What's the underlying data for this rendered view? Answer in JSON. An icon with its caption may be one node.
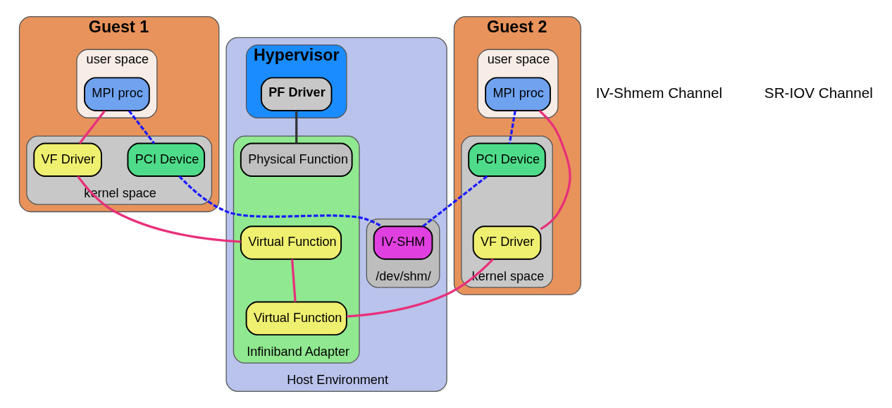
{
  "diagram": {
    "nodes": [
      {
        "text": [
          "Guest 1"
        ]
      },
      {
        "text": [
          "user space"
        ],
        "in": 0
      },
      {
        "text": [
          "MPI proc"
        ],
        "in": 1
      },
      {
        "text": [
          "kernel space"
        ],
        "in": 0
      },
      {
        "text": [
          "PCI Device"
        ],
        "in": 3
      },
      {
        "text": [
          "VF Driver"
        ],
        "in": 3
      },
      {
        "text": [
          "Guest 2"
        ]
      },
      {
        "text": [
          "user space"
        ],
        "in": 6
      },
      {
        "text": [
          "MPI proc"
        ],
        "in": 7
      },
      {
        "text": [
          "kernel space"
        ],
        "in": 6
      },
      {
        "text": [
          "PCI Device"
        ],
        "in": 9
      },
      {
        "text": [
          "VF Driver"
        ],
        "in": 9
      },
      {
        "text": [
          "Host Environment"
        ]
      },
      {
        "text": [
          "Hypervisor"
        ],
        "in": 12
      },
      {
        "text": [
          "PF Driver"
        ],
        "in": 13
      },
      {
        "text": [
          "/dev/shm/"
        ],
        "in": 12
      },
      {
        "text": [
          "IV-SHM"
        ],
        "in": 15
      },
      {
        "text": [
          "Infiniband Adapter"
        ],
        "in": 12
      },
      {
        "text": [
          "Virtual Function"
        ],
        "in": 17
      },
      {
        "text": [
          "Virtual Function"
        ],
        "in": 17
      },
      {
        "text": [
          "Physical Function"
        ],
        "in": 17
      }
    ],
    "edges": [
      {
        "from": 2,
        "to": 4,
        "arrow": "none",
        "style": "dashed",
        "color": "#1a1aff"
      },
      {
        "from": 4,
        "to": 16,
        "arrow": "none",
        "style": "dashed",
        "color": "#1a1aff"
      },
      {
        "from": 2,
        "to": 5,
        "arrow": "none",
        "color": "#e8307a"
      },
      {
        "from": 5,
        "to": 18,
        "arrow": "none",
        "color": "#e8307a"
      },
      {
        "from": 8,
        "to": 10,
        "arrow": "none",
        "style": "dashed",
        "color": "#1a1aff"
      },
      {
        "from": 10,
        "to": 16,
        "arrow": "none",
        "style": "dashed",
        "color": "#1a1aff"
      },
      {
        "from": 8,
        "to": 11,
        "arrow": "none",
        "color": "#e8307a"
      },
      {
        "from": 11,
        "to": 19,
        "arrow": "none",
        "color": "#e8307a"
      },
      {
        "from": 18,
        "to": 19,
        "arrow": "none",
        "color": "#e8307a"
      },
      {
        "from": 14,
        "to": 20,
        "arrow": "none",
        "color": "#333333"
      }
    ],
    "legend": [
      {
        "text": "IV-Shmem Channel"
      },
      {
        "text": "SR-IOV Channel"
      }
    ]
  }
}
